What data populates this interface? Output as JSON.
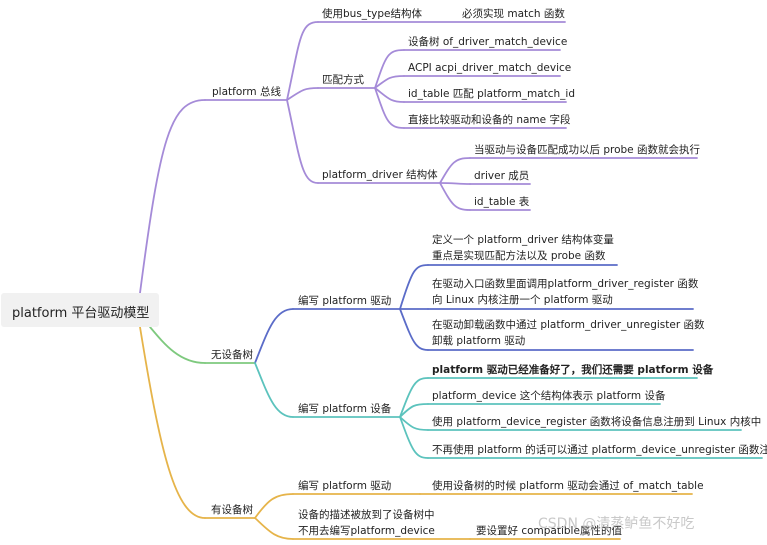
{
  "root": "platform 平台驱动模型",
  "nodes": {
    "bus": "platform 总线",
    "bus_type": "使用bus_type结构体",
    "bus_type_match": "必须实现 match 函数",
    "match_way": "匹配方式",
    "m1": "设备树 of_driver_match_device",
    "m2": "ACPI acpi_driver_match_device",
    "m3": "id_table 匹配 platform_match_id",
    "m4": "直接比较驱动和设备的 name 字段",
    "pdrv_struct": "platform_driver 结构体",
    "pd1": "当驱动与设备匹配成功以后 probe 函数就会执行",
    "pd2": "driver 成员",
    "pd3": "id_table 表",
    "nodt": "无设备树",
    "write_drv": "编写 platform 驱动",
    "wd1a": "定义一个 platform_driver 结构体变量",
    "wd1b": "重点是实现匹配方法以及 probe 函数",
    "wd2a": "在驱动入口函数里面调用platform_driver_register 函数",
    "wd2b": "向 Linux 内核注册一个 platform 驱动",
    "wd3a": "在驱动卸载函数中通过 platform_driver_unregister 函数",
    "wd3b": "卸载 platform 驱动",
    "write_dev": "编写 platform 设备",
    "wv1": "platform 驱动已经准备好了，我们还需要 platform 设备",
    "wv2": "platform_device 这个结构体表示 platform 设备",
    "wv3": "使用 platform_device_register 函数将设备信息注册到 Linux 内核中",
    "wv4": "不再使用 platform 的话可以通过 platform_device_unregister 函数注销",
    "hasdt": "有设备树",
    "hd_drv": "编写 platform 驱动",
    "hd_drv_c": "使用设备树的时候 platform 驱动会通过 of_match_table",
    "hd_desc_a": "设备的描述被放到了设备树中",
    "hd_desc_b": "不用去编写platform_device",
    "hd_compat": "要设置好 compatible属性的值"
  },
  "watermark": "CSDN @清蒸鲈鱼不好吃",
  "colors": {
    "purple": "#a58bd8",
    "green": "#7ec97e",
    "blue": "#5b6cc8",
    "teal": "#5cc3bd",
    "orange": "#e6b44a"
  }
}
